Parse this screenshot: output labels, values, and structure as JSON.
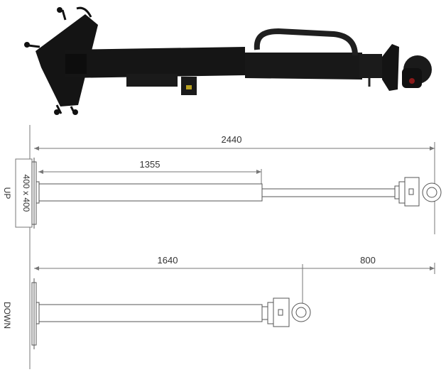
{
  "dimensions": {
    "total_length": "2440",
    "tube_length": "1355",
    "plate_size": "400 x 400",
    "down_length": "1640",
    "down_extension": "800"
  },
  "orientation": {
    "up": "UP",
    "down": "DOWN"
  },
  "colors": {
    "product_body": "#141414",
    "cable_chain": "#1f1f1f",
    "line": "#777777",
    "text": "#333333",
    "accent_cap": "#8a1a1a"
  },
  "icons": {
    "product_photo": "robotic-arm-mount-photo"
  }
}
